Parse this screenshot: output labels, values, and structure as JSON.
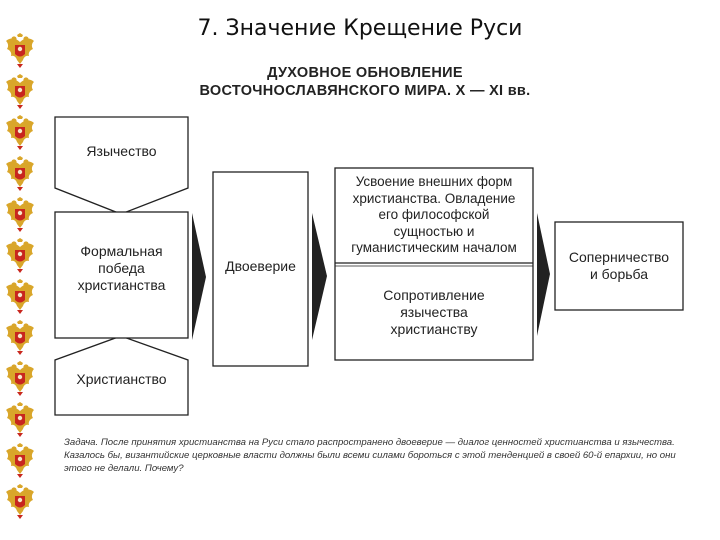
{
  "slide_title": "7. Значение Крещение Руси",
  "heading": {
    "line1": "ДУХОВНОЕ ОБНОВЛЕНИЕ",
    "line2": "ВОСТОЧНОСЛАВЯНСКОГО МИРА. X — XI вв."
  },
  "boxes": {
    "paganism": "Язычество",
    "formal_victory": [
      "Формальная",
      "победа",
      "христианства"
    ],
    "christianity": "Христианство",
    "dual_faith": "Двоеверие",
    "adoption": [
      "Усвоение внешних форм",
      "христианства. Овладение",
      "его философской",
      "сущностью и",
      "гуманистическим началом"
    ],
    "resistance": [
      "Сопротивление",
      "язычества",
      "христианству"
    ],
    "rivalry": [
      "Соперничество",
      "и борьба"
    ]
  },
  "task": {
    "label": "Задача.",
    "text": "После принятия христианства на Руси стало распространено двоеверие — диалог ценностей христианства и язычества. Казалось бы, византийские церковные власти должны были всеми силами бороться с этой тенденцией в своей 60-й епархии, но они этого не делали. Почему?"
  },
  "colors": {
    "emblem_red": "#c8261e",
    "emblem_gold": "#d9a62a",
    "stroke": "#222222"
  },
  "icons": [
    "double-headed-eagle-icon"
  ]
}
